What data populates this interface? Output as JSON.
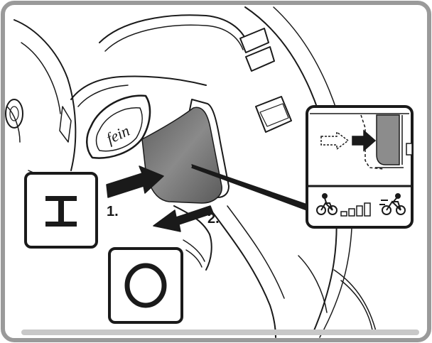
{
  "figure": {
    "symbol_on": "I",
    "symbol_off": "O",
    "step_1": "1.",
    "step_2": "2.",
    "logo_text": "fein"
  },
  "inset": {
    "icons": [
      "dashed-arrow-right-icon",
      "solid-arrow-right-icon",
      "bicycle-slow-icon",
      "speed-bars-icon",
      "bicycle-fast-icon"
    ]
  },
  "colors": {
    "frame": "#9a9a9a",
    "line": "#1a1a1a",
    "switch_fill": "#6b6b6b",
    "switch_highlight": "#8c8c8c",
    "bottom_bar": "#c8c8c8"
  }
}
